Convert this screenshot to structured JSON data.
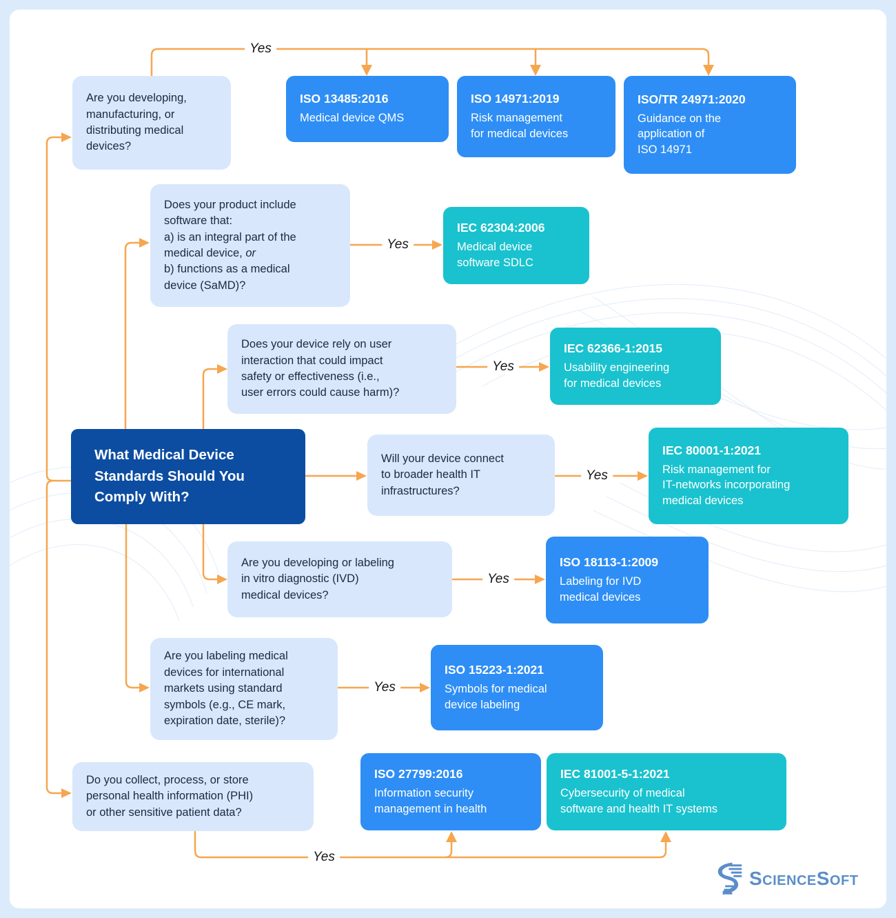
{
  "palette": {
    "background": "#DCEBFB",
    "card": "#FFFFFF",
    "question_box": "#D8E7FC",
    "standard_blue": "#2E8EF5",
    "standard_teal": "#19C2CE",
    "center_box": "#0C4DA2",
    "arrow_orange": "#F6A64F",
    "text_dark": "#1C2A3E",
    "logo_blue": "#5B8EC9"
  },
  "center": {
    "title": "What Medical Device\nStandards Should You\nComply With?"
  },
  "questions": {
    "q1": "Are you developing,\nmanufacturing, or\ndistributing medical\ndevices?",
    "q2": {
      "part1": "Does your product include\nsoftware that:\na) is an integral part of the\nmedical device, ",
      "or_word": "or",
      "part2": "\nb) functions as a medical\ndevice (SaMD)?"
    },
    "q3": "Does your device rely on user\ninteraction that could impact\nsafety or effectiveness (i.e.,\nuser errors could cause harm)?",
    "q4": "Will your device connect\nto broader health IT\ninfrastructures?",
    "q5": "Are you developing or labeling\nin vitro diagnostic (IVD)\nmedical devices?",
    "q6": "Are you labeling medical\ndevices for international\nmarkets using standard\nsymbols (e.g., CE mark,\nexpiration date, sterile)?",
    "q7": "Do you collect, process, or store\npersonal health information (PHI)\nor other sensitive patient data?"
  },
  "standards": [
    {
      "code": "ISO 13485:2016",
      "desc": "Medical device QMS"
    },
    {
      "code": "ISO 14971:2019",
      "desc": "Risk management\nfor medical devices"
    },
    {
      "code": "ISO/TR 24971:2020",
      "desc": "Guidance on the\napplication of\nISO 14971"
    },
    {
      "code": "IEC 62304:2006",
      "desc": "Medical device\nsoftware SDLC"
    },
    {
      "code": "IEC 62366-1:2015",
      "desc": "Usability engineering\nfor medical devices"
    },
    {
      "code": "IEC 80001-1:2021",
      "desc": "Risk management for\nIT-networks incorporating\nmedical devices"
    },
    {
      "code": "ISO 18113-1:2009",
      "desc": "Labeling for IVD\nmedical devices"
    },
    {
      "code": "ISO 15223-1:2021",
      "desc": "Symbols for medical\ndevice labeling"
    },
    {
      "code": "ISO 27799:2016",
      "desc": "Information security\nmanagement in health"
    },
    {
      "code": "IEC 81001-5-1:2021",
      "desc": "Cybersecurity of medical\nsoftware and health IT systems"
    }
  ],
  "labels": {
    "yes": "Yes"
  },
  "logo": {
    "brand": "ScienceSoft"
  }
}
